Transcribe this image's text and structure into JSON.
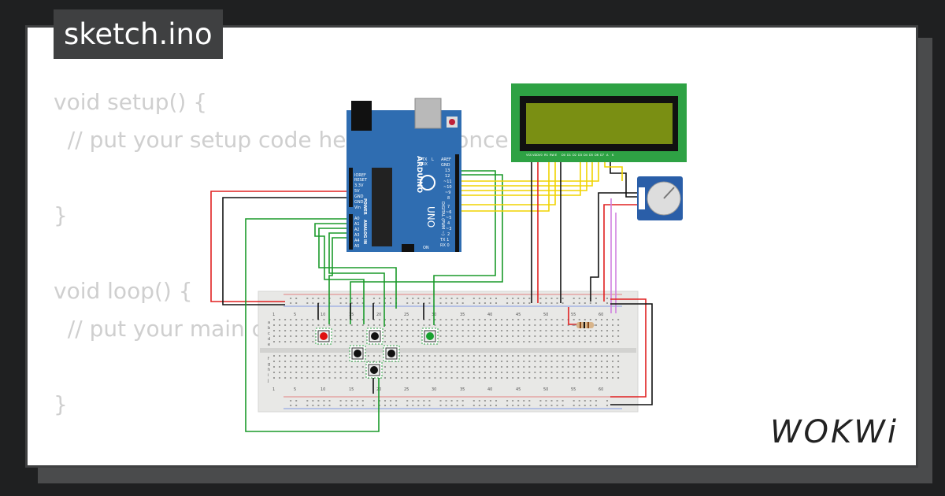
{
  "editor": {
    "filename": "sketch.ino",
    "code_lines": [
      "void setup() {",
      "  // put your setup code here, to run once:",
      "",
      "}",
      "",
      "void loop() {",
      "  // put your main code here, to run repeatedly:",
      "",
      "}"
    ]
  },
  "arduino": {
    "model": "UNO",
    "brand": "ARDUINO",
    "power_label": "POWER",
    "analog_label": "ANALOG IN",
    "digital_label": "DIGITAL (PWM ~)",
    "power_pins": [
      "IOREF",
      "RESET",
      "3.3V",
      "5V",
      "GND",
      "GND",
      "Vin"
    ],
    "analog_pins": [
      "A0",
      "A1",
      "A2",
      "A3",
      "A4",
      "A5"
    ],
    "digital_top": [
      "AREF",
      "GND",
      "13",
      "12",
      "~11",
      "~10",
      "~9",
      "8"
    ],
    "digital_bottom": [
      "7",
      "~6",
      "~5",
      "4",
      "~3",
      "2",
      "TX 1",
      "RX 0"
    ],
    "leds": [
      "L",
      "TX",
      "RX",
      "ON"
    ]
  },
  "lcd": {
    "pin_labels": [
      "VSS",
      "VDD",
      "V0",
      "RS",
      "RW",
      "E",
      "D0",
      "D1",
      "D2",
      "D3",
      "D4",
      "D5",
      "D6",
      "D7",
      "A",
      "K"
    ]
  },
  "breadboard": {
    "column_numbers": [
      "1",
      "5",
      "10",
      "15",
      "20",
      "25",
      "30",
      "35",
      "40",
      "45",
      "50",
      "55",
      "60"
    ],
    "row_letters_top": [
      "a",
      "b",
      "c",
      "d",
      "e"
    ],
    "row_letters_bottom": [
      "f",
      "g",
      "h",
      "i",
      "j"
    ]
  },
  "brand": {
    "logo_text": "WOKWi"
  },
  "colors": {
    "background": "#1f2021",
    "card": "#ffffff",
    "tab": "#3f4041",
    "code_text": "#cfcfcf",
    "arduino_blue": "#2f6db1",
    "lcd_green": "#2ea244",
    "lcd_screen": "#7a8f13",
    "wire_red": "#e02020",
    "wire_black": "#111111",
    "wire_green": "#1a9a2a",
    "wire_yellow": "#f0d400",
    "wire_violet": "#d080e0",
    "button_red": "#e01010",
    "button_green": "#18a030",
    "button_black": "#111111"
  }
}
